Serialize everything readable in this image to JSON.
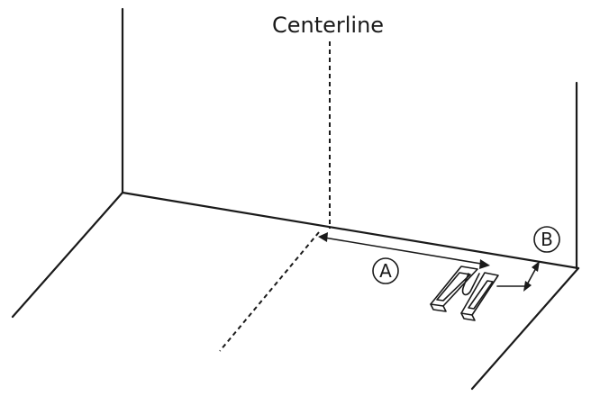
{
  "labels": {
    "centerline": "Centerline",
    "callout_a": "A",
    "callout_b": "B"
  },
  "colors": {
    "line": "#1a1a1a",
    "background": "#ffffff"
  }
}
